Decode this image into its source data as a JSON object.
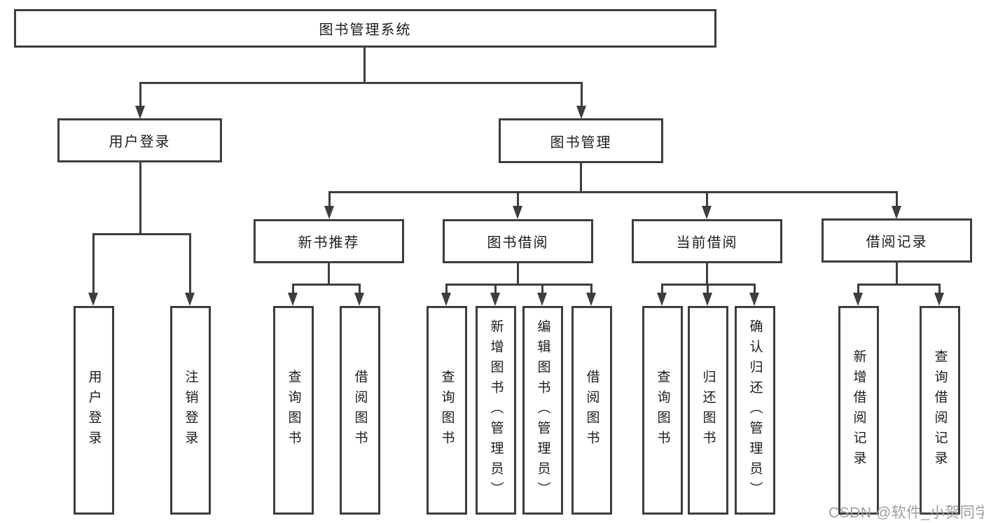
{
  "diagram": {
    "title": "图书管理系统",
    "branches": [
      {
        "label": "用户登录",
        "children": [
          "用户登录",
          "注销登录"
        ]
      },
      {
        "label": "图书管理",
        "groups": [
          {
            "label": "新书推荐",
            "children": [
              "查询图书",
              "借阅图书"
            ]
          },
          {
            "label": "图书借阅",
            "children": [
              "查询图书",
              "新增图书（管理员）",
              "编辑图书（管理员）",
              "借阅图书"
            ]
          },
          {
            "label": "当前借阅",
            "children": [
              "查询图书",
              "归还图书",
              "确认归还（管理员）"
            ]
          },
          {
            "label": "借阅记录",
            "children": [
              "新增借阅记录",
              "查询借阅记录"
            ]
          }
        ]
      }
    ],
    "line_color": "#3d3d3d"
  },
  "watermark": {
    "text": "CSDN @软件_小贺同学"
  }
}
